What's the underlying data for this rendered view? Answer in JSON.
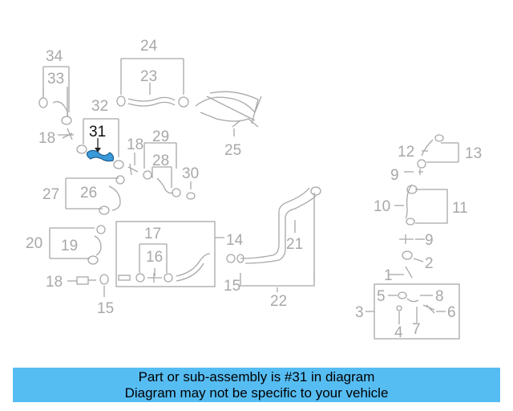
{
  "diagram": {
    "highlighted_part": "31",
    "highlight_color": "#3a9ad9",
    "line_color": "#a8a8a8",
    "callouts": [
      "34",
      "33",
      "24",
      "23",
      "32",
      "31",
      "18",
      "29",
      "18",
      "28",
      "30",
      "25",
      "12",
      "13",
      "9",
      "27",
      "26",
      "10",
      "11",
      "21",
      "17",
      "14",
      "20",
      "19",
      "16",
      "9",
      "15",
      "2",
      "1",
      "22",
      "18",
      "15",
      "5",
      "8",
      "3",
      "6",
      "4",
      "7"
    ]
  },
  "banner": {
    "line1": "Part or sub-assembly is #31 in diagram",
    "line2": "Diagram may not be specific to your vehicle",
    "color": "#56bdf3"
  }
}
